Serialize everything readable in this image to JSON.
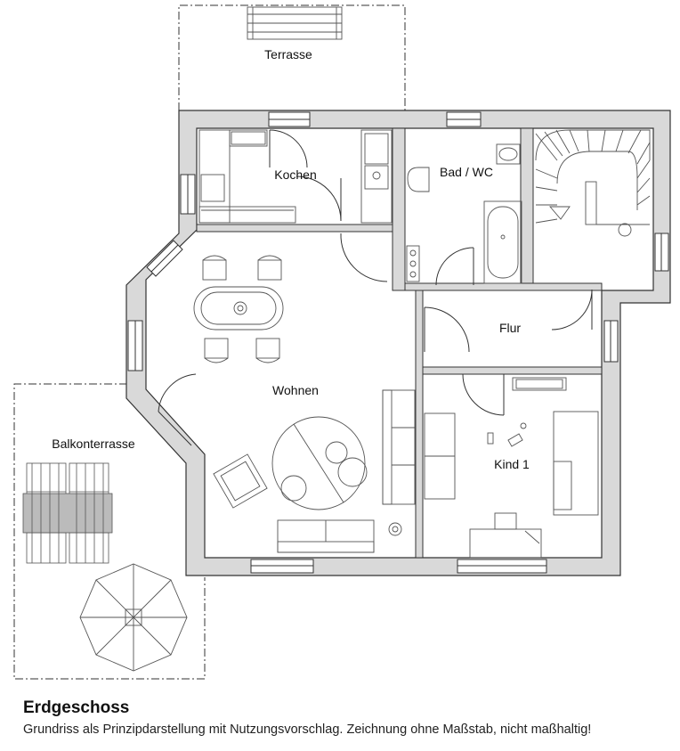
{
  "rooms": {
    "terrasse": "Terrasse",
    "kochen": "Kochen",
    "bad": "Bad / WC",
    "wohnen": "Wohnen",
    "flur": "Flur",
    "kind": "Kind 1",
    "balkonterrasse": "Balkonterrasse"
  },
  "caption": {
    "title": "Erdgeschoss",
    "subtitle": "Grundriss als Prinzipdarstellung mit Nutzungsvorschlag. Zeichnung ohne Maßstab, nicht maßhaltig!"
  },
  "colors": {
    "wall_fill": "#d9d9d9",
    "line": "#333333",
    "furniture": "#666666"
  }
}
